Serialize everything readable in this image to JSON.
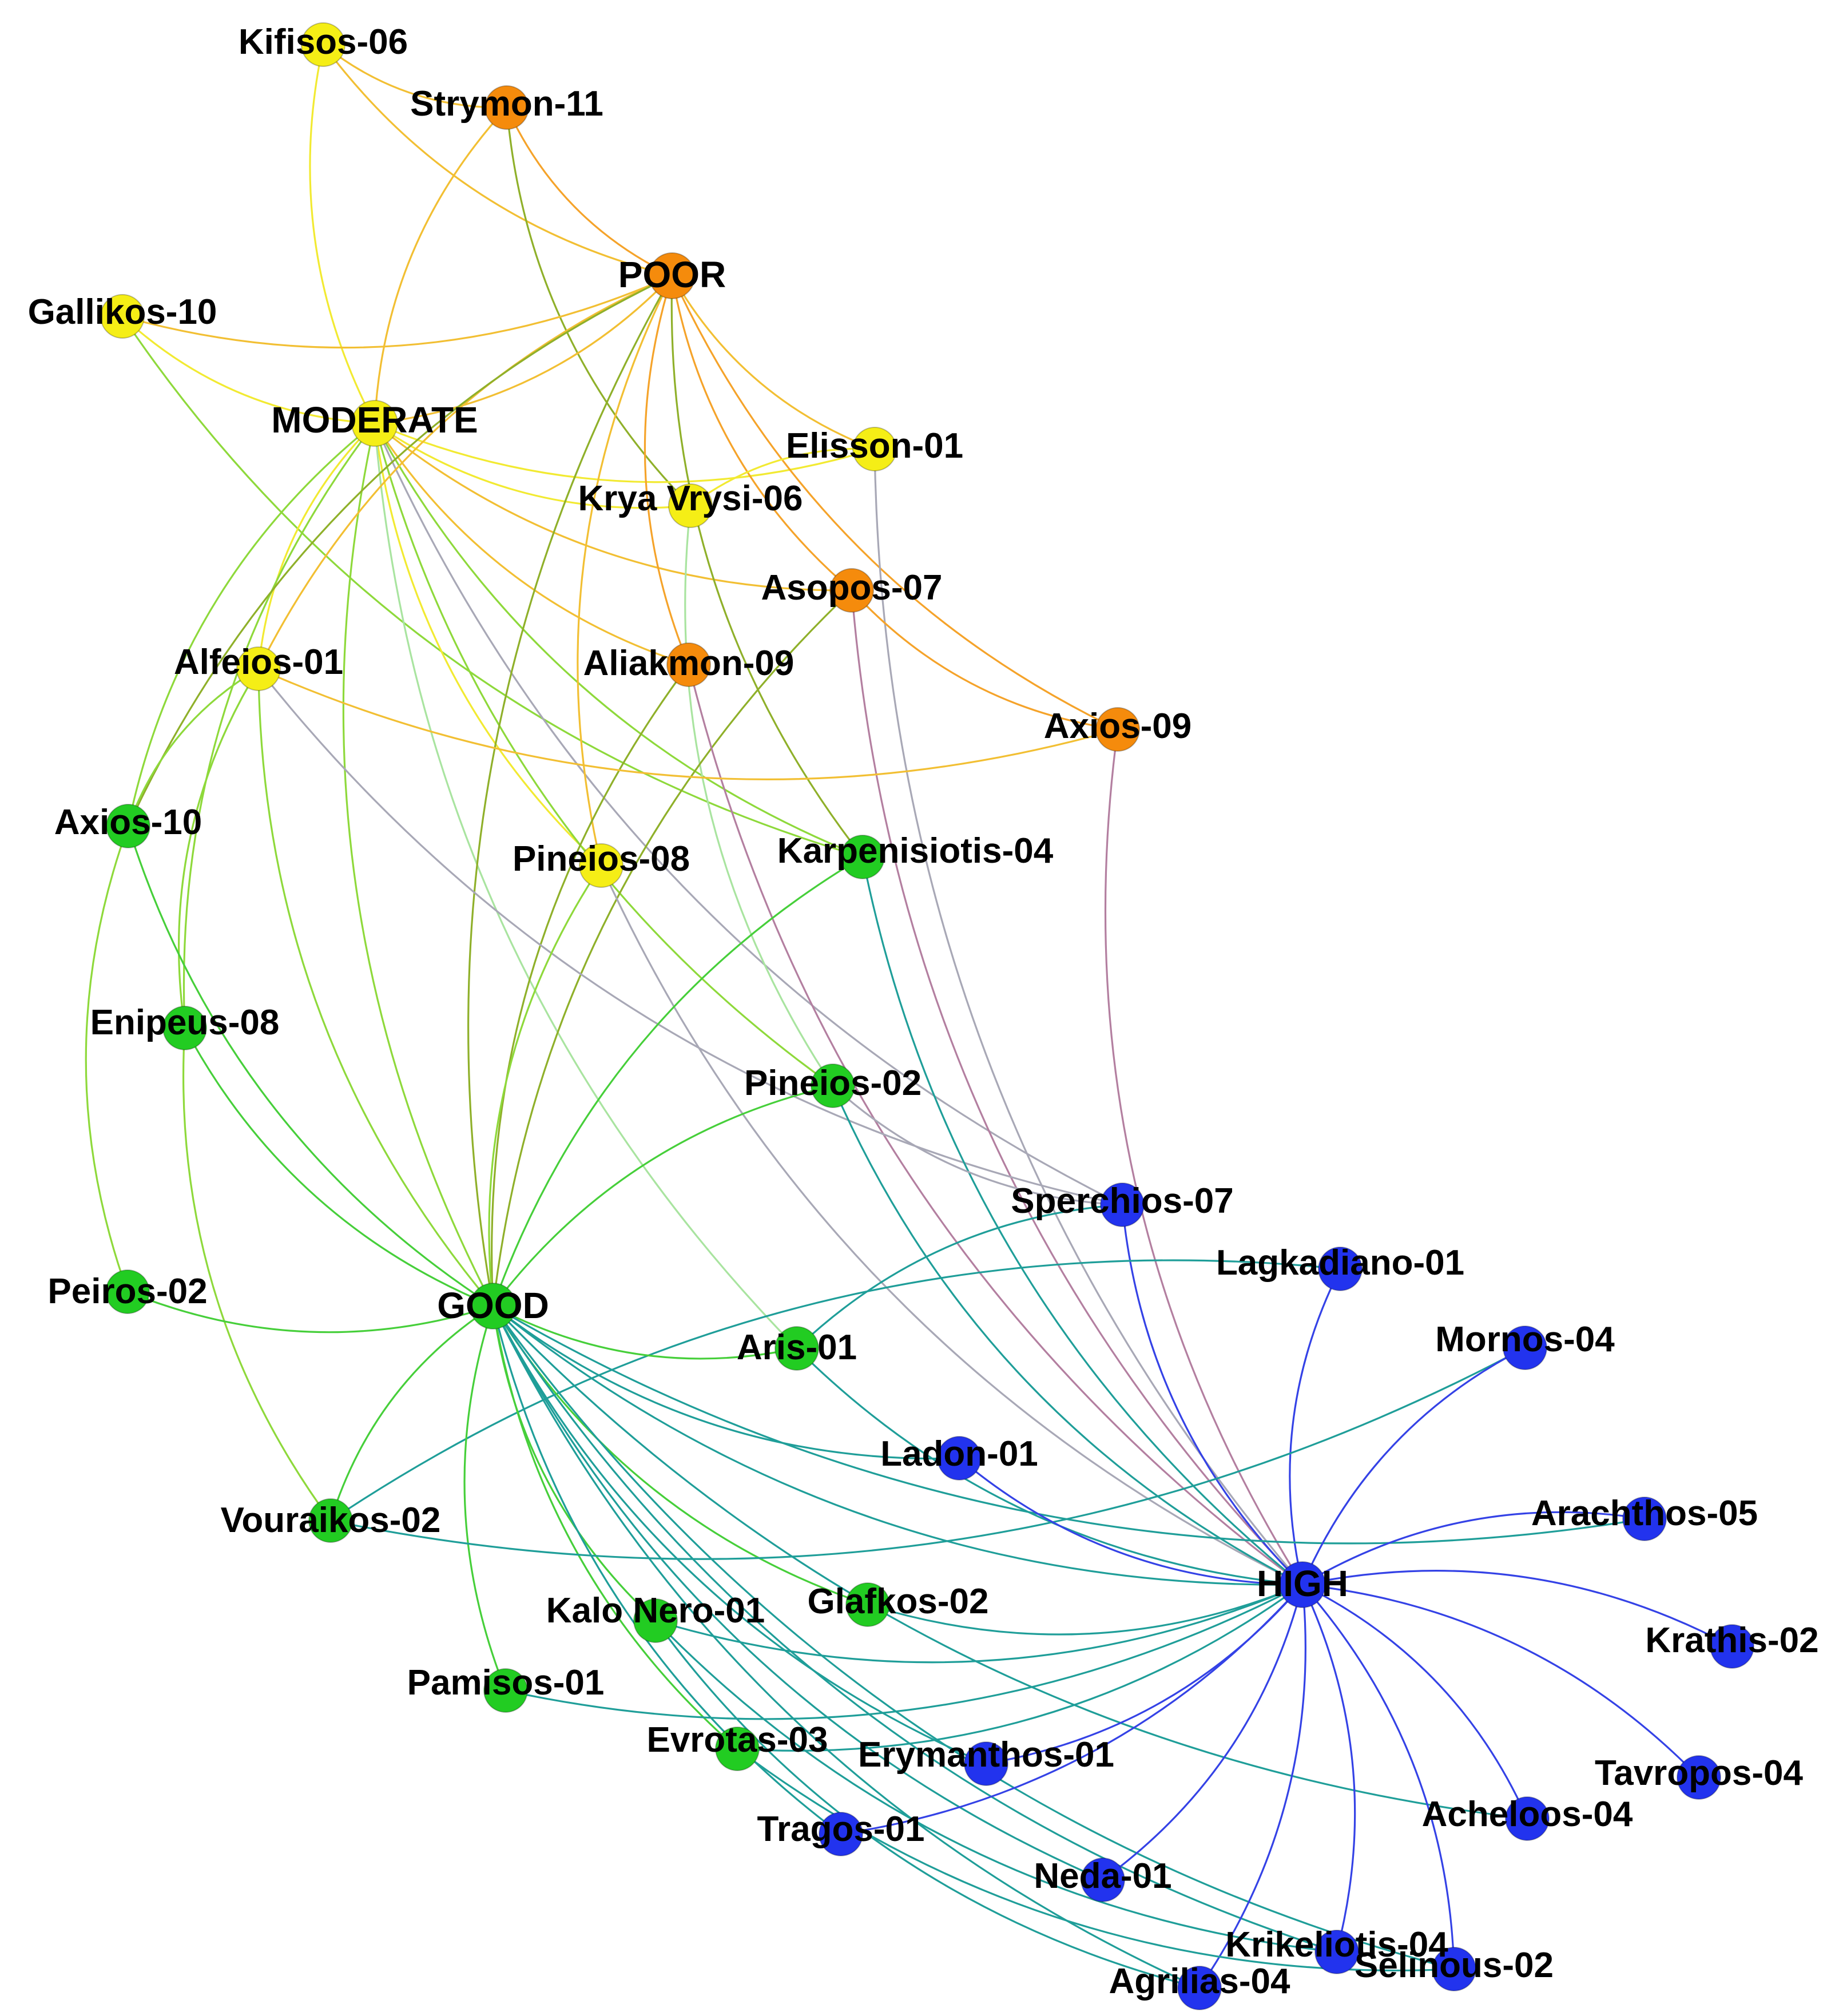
{
  "colors": {
    "poor": "#f58b0c",
    "moderate": "#f5ee16",
    "good": "#22cc22",
    "high": "#2233ee",
    "edge_moderate": "#f2ea32",
    "edge_poor": "#f5a32a",
    "edge_good": "#46cf3a",
    "edge_high": "#3442e6",
    "edge_poor_moderate": "#f2bf33",
    "edge_moderate_good": "#8ed93b",
    "edge_poor_good": "#8fb02a",
    "edge_good_high": "#1f9e99",
    "edge_moderate_high": "#a8a8b6",
    "edge_poor_high": "#b37fa0",
    "edge_light": "#a9e4a0"
  },
  "nodes": [
    {
      "id": "POOR",
      "label": "POOR",
      "class": "poor",
      "hub": true
    },
    {
      "id": "MODERATE",
      "label": "MODERATE",
      "class": "moderate",
      "hub": true
    },
    {
      "id": "GOOD",
      "label": "GOOD",
      "class": "good",
      "hub": true
    },
    {
      "id": "HIGH",
      "label": "HIGH",
      "class": "high",
      "hub": true
    },
    {
      "id": "Kifisos-06",
      "label": "Kifisos-06",
      "class": "moderate"
    },
    {
      "id": "Strymon-11",
      "label": "Strymon-11",
      "class": "poor"
    },
    {
      "id": "Gallikos-10",
      "label": "Gallikos-10",
      "class": "moderate"
    },
    {
      "id": "Elisson-01",
      "label": "Elisson-01",
      "class": "moderate"
    },
    {
      "id": "Krya Vrysi-06",
      "label": "Krya Vrysi-06",
      "class": "moderate"
    },
    {
      "id": "Asopos-07",
      "label": "Asopos-07",
      "class": "poor"
    },
    {
      "id": "Alfeios-01",
      "label": "Alfeios-01",
      "class": "moderate"
    },
    {
      "id": "Aliakmon-09",
      "label": "Aliakmon-09",
      "class": "poor"
    },
    {
      "id": "Axios-09",
      "label": "Axios-09",
      "class": "poor"
    },
    {
      "id": "Axios-10",
      "label": "Axios-10",
      "class": "good"
    },
    {
      "id": "Pineios-08",
      "label": "Pineios-08",
      "class": "moderate"
    },
    {
      "id": "Karpenisiotis-04",
      "label": "Karpenisiotis-04",
      "class": "good"
    },
    {
      "id": "Enipeus-08",
      "label": "Enipeus-08",
      "class": "good"
    },
    {
      "id": "Pineios-02",
      "label": "Pineios-02",
      "class": "good"
    },
    {
      "id": "Sperchios-07",
      "label": "Sperchios-07",
      "class": "high"
    },
    {
      "id": "Lagkadiano-01",
      "label": "Lagkadiano-01",
      "class": "high"
    },
    {
      "id": "Peiros-02",
      "label": "Peiros-02",
      "class": "good"
    },
    {
      "id": "Aris-01",
      "label": "Aris-01",
      "class": "good"
    },
    {
      "id": "Mornos-04",
      "label": "Mornos-04",
      "class": "high"
    },
    {
      "id": "Ladon-01",
      "label": "Ladon-01",
      "class": "high"
    },
    {
      "id": "Vouraikos-02",
      "label": "Vouraikos-02",
      "class": "good"
    },
    {
      "id": "Arachthos-05",
      "label": "Arachthos-05",
      "class": "high"
    },
    {
      "id": "Glafkos-02",
      "label": "Glafkos-02",
      "class": "good"
    },
    {
      "id": "Kalo Nero-01",
      "label": "Kalo Nero-01",
      "class": "good"
    },
    {
      "id": "Krathis-02",
      "label": "Krathis-02",
      "class": "high"
    },
    {
      "id": "Pamisos-01",
      "label": "Pamisos-01",
      "class": "good"
    },
    {
      "id": "Evrotas-03",
      "label": "Evrotas-03",
      "class": "good"
    },
    {
      "id": "Erymanthos-01",
      "label": "Erymanthos-01",
      "class": "high"
    },
    {
      "id": "Tavropos-04",
      "label": "Tavropos-04",
      "class": "high"
    },
    {
      "id": "Acheloos-04",
      "label": "Acheloos-04",
      "class": "high"
    },
    {
      "id": "Tragos-01",
      "label": "Tragos-01",
      "class": "high"
    },
    {
      "id": "Neda-01",
      "label": "Neda-01",
      "class": "high"
    },
    {
      "id": "Krikeliotis-04",
      "label": "Krikeliotis-04",
      "class": "high"
    },
    {
      "id": "Selinous-02",
      "label": "Selinous-02",
      "class": "high"
    },
    {
      "id": "Agrilias-04",
      "label": "Agrilias-04",
      "class": "high"
    }
  ],
  "edges": [
    {
      "source": "Kifisos-06",
      "target": "MODERATE",
      "color": "edge_moderate"
    },
    {
      "source": "Kifisos-06",
      "target": "POOR",
      "color": "edge_poor_moderate"
    },
    {
      "source": "Kifisos-06",
      "target": "Strymon-11",
      "color": "edge_poor_moderate"
    },
    {
      "source": "Strymon-11",
      "target": "POOR",
      "color": "edge_poor"
    },
    {
      "source": "Strymon-11",
      "target": "MODERATE",
      "color": "edge_poor_moderate"
    },
    {
      "source": "Strymon-11",
      "target": "Krya Vrysi-06",
      "color": "edge_poor_good"
    },
    {
      "source": "Gallikos-10",
      "target": "MODERATE",
      "color": "edge_moderate"
    },
    {
      "source": "Gallikos-10",
      "target": "POOR",
      "color": "edge_poor_moderate"
    },
    {
      "source": "Gallikos-10",
      "target": "Karpenisiotis-04",
      "color": "edge_moderate_good"
    },
    {
      "source": "MODERATE",
      "target": "POOR",
      "color": "edge_poor_moderate"
    },
    {
      "source": "MODERATE",
      "target": "Krya Vrysi-06",
      "color": "edge_moderate"
    },
    {
      "source": "MODERATE",
      "target": "Elisson-01",
      "color": "edge_moderate"
    },
    {
      "source": "MODERATE",
      "target": "Asopos-07",
      "color": "edge_poor_moderate"
    },
    {
      "source": "MODERATE",
      "target": "Aliakmon-09",
      "color": "edge_poor_moderate"
    },
    {
      "source": "MODERATE",
      "target": "Alfeios-01",
      "color": "edge_moderate"
    },
    {
      "source": "MODERATE",
      "target": "Pineios-08",
      "color": "edge_moderate"
    },
    {
      "source": "MODERATE",
      "target": "Axios-10",
      "color": "edge_moderate_good"
    },
    {
      "source": "MODERATE",
      "target": "Enipeus-08",
      "color": "edge_moderate_good"
    },
    {
      "source": "MODERATE",
      "target": "GOOD",
      "color": "edge_moderate_good"
    },
    {
      "source": "MODERATE",
      "target": "Pineios-02",
      "color": "edge_moderate_good"
    },
    {
      "source": "MODERATE",
      "target": "Karpenisiotis-04",
      "color": "edge_moderate_good"
    },
    {
      "source": "MODERATE",
      "target": "Sperchios-07",
      "color": "edge_moderate_high"
    },
    {
      "source": "MODERATE",
      "target": "Aris-01",
      "color": "edge_light"
    },
    {
      "source": "POOR",
      "target": "Alfeios-01",
      "color": "edge_poor_moderate"
    },
    {
      "source": "POOR",
      "target": "Axios-10",
      "color": "edge_poor_good"
    },
    {
      "source": "POOR",
      "target": "Elisson-01",
      "color": "edge_poor_moderate"
    },
    {
      "source": "POOR",
      "target": "Asopos-07",
      "color": "edge_poor"
    },
    {
      "source": "POOR",
      "target": "Aliakmon-09",
      "color": "edge_poor"
    },
    {
      "source": "POOR",
      "target": "Axios-09",
      "color": "edge_poor"
    },
    {
      "source": "POOR",
      "target": "Pineios-08",
      "color": "edge_poor_moderate"
    },
    {
      "source": "POOR",
      "target": "GOOD",
      "color": "edge_poor_good"
    },
    {
      "source": "POOR",
      "target": "Karpenisiotis-04",
      "color": "edge_poor_good"
    },
    {
      "source": "Elisson-01",
      "target": "Krya Vrysi-06",
      "color": "edge_moderate"
    },
    {
      "source": "Elisson-01",
      "target": "HIGH",
      "color": "edge_moderate_high"
    },
    {
      "source": "Krya Vrysi-06",
      "target": "Pineios-02",
      "color": "edge_light"
    },
    {
      "source": "Asopos-07",
      "target": "GOOD",
      "color": "edge_poor_good"
    },
    {
      "source": "Asopos-07",
      "target": "HIGH",
      "color": "edge_poor_high"
    },
    {
      "source": "Asopos-07",
      "target": "Axios-09",
      "color": "edge_poor"
    },
    {
      "source": "Aliakmon-09",
      "target": "GOOD",
      "color": "edge_poor_good"
    },
    {
      "source": "Aliakmon-09",
      "target": "HIGH",
      "color": "edge_poor_high"
    },
    {
      "source": "Alfeios-01",
      "target": "Axios-10",
      "color": "edge_moderate_good"
    },
    {
      "source": "Alfeios-01",
      "target": "Enipeus-08",
      "color": "edge_moderate_good"
    },
    {
      "source": "Alfeios-01",
      "target": "GOOD",
      "color": "edge_moderate_good"
    },
    {
      "source": "Alfeios-01",
      "target": "Axios-09",
      "color": "edge_poor_moderate"
    },
    {
      "source": "Alfeios-01",
      "target": "Sperchios-07",
      "color": "edge_moderate_high"
    },
    {
      "source": "Axios-09",
      "target": "HIGH",
      "color": "edge_poor_high"
    },
    {
      "source": "Axios-10",
      "target": "GOOD",
      "color": "edge_good"
    },
    {
      "source": "Axios-10",
      "target": "Peiros-02",
      "color": "edge_moderate_good"
    },
    {
      "source": "Pineios-08",
      "target": "GOOD",
      "color": "edge_moderate_good"
    },
    {
      "source": "Pineios-08",
      "target": "HIGH",
      "color": "edge_moderate_high"
    },
    {
      "source": "Karpenisiotis-04",
      "target": "GOOD",
      "color": "edge_good"
    },
    {
      "source": "Karpenisiotis-04",
      "target": "HIGH",
      "color": "edge_good_high"
    },
    {
      "source": "Enipeus-08",
      "target": "GOOD",
      "color": "edge_good"
    },
    {
      "source": "Enipeus-08",
      "target": "Vouraikos-02",
      "color": "edge_moderate_good"
    },
    {
      "source": "Pineios-02",
      "target": "GOOD",
      "color": "edge_good"
    },
    {
      "source": "Pineios-02",
      "target": "HIGH",
      "color": "edge_good_high"
    },
    {
      "source": "Pineios-02",
      "target": "Sperchios-07",
      "color": "edge_moderate_high"
    },
    {
      "source": "Sperchios-07",
      "target": "HIGH",
      "color": "edge_high"
    },
    {
      "source": "Sperchios-07",
      "target": "Aris-01",
      "color": "edge_good_high"
    },
    {
      "source": "Lagkadiano-01",
      "target": "HIGH",
      "color": "edge_high"
    },
    {
      "source": "Lagkadiano-01",
      "target": "Vouraikos-02",
      "color": "edge_good_high"
    },
    {
      "source": "Peiros-02",
      "target": "GOOD",
      "color": "edge_good"
    },
    {
      "source": "GOOD",
      "target": "Aris-01",
      "color": "edge_good"
    },
    {
      "source": "GOOD",
      "target": "HIGH",
      "color": "edge_good_high"
    },
    {
      "source": "GOOD",
      "target": "Ladon-01",
      "color": "edge_good_high"
    },
    {
      "source": "GOOD",
      "target": "Vouraikos-02",
      "color": "edge_good"
    },
    {
      "source": "GOOD",
      "target": "Pamisos-01",
      "color": "edge_good"
    },
    {
      "source": "GOOD",
      "target": "Kalo Nero-01",
      "color": "edge_good"
    },
    {
      "source": "GOOD",
      "target": "Glafkos-02",
      "color": "edge_good"
    },
    {
      "source": "GOOD",
      "target": "Evrotas-03",
      "color": "edge_good"
    },
    {
      "source": "GOOD",
      "target": "Erymanthos-01",
      "color": "edge_good_high"
    },
    {
      "source": "GOOD",
      "target": "Tragos-01",
      "color": "edge_good_high"
    },
    {
      "source": "GOOD",
      "target": "Neda-01",
      "color": "edge_good_high"
    },
    {
      "source": "GOOD",
      "target": "Agrilias-04",
      "color": "edge_good_high"
    },
    {
      "source": "GOOD",
      "target": "Krikeliotis-04",
      "color": "edge_good_high"
    },
    {
      "source": "GOOD",
      "target": "Selinous-02",
      "color": "edge_good_high"
    },
    {
      "source": "GOOD",
      "target": "Acheloos-04",
      "color": "edge_good_high"
    },
    {
      "source": "GOOD",
      "target": "Arachthos-05",
      "color": "edge_good_high"
    },
    {
      "source": "Aris-01",
      "target": "HIGH",
      "color": "edge_good_high"
    },
    {
      "source": "Vouraikos-02",
      "target": "Mornos-04",
      "color": "edge_good_high"
    },
    {
      "source": "Ladon-01",
      "target": "HIGH",
      "color": "edge_high"
    },
    {
      "source": "Mornos-04",
      "target": "HIGH",
      "color": "edge_high"
    },
    {
      "source": "Arachthos-05",
      "target": "HIGH",
      "color": "edge_high"
    },
    {
      "source": "Krathis-02",
      "target": "HIGH",
      "color": "edge_high"
    },
    {
      "source": "Tavropos-04",
      "target": "HIGH",
      "color": "edge_high"
    },
    {
      "source": "Acheloos-04",
      "target": "HIGH",
      "color": "edge_high"
    },
    {
      "source": "Erymanthos-01",
      "target": "HIGH",
      "color": "edge_high"
    },
    {
      "source": "Tragos-01",
      "target": "HIGH",
      "color": "edge_high"
    },
    {
      "source": "Neda-01",
      "target": "HIGH",
      "color": "edge_high"
    },
    {
      "source": "Agrilias-04",
      "target": "HIGH",
      "color": "edge_high"
    },
    {
      "source": "Krikeliotis-04",
      "target": "HIGH",
      "color": "edge_high"
    },
    {
      "source": "Selinous-02",
      "target": "HIGH",
      "color": "edge_high"
    },
    {
      "source": "Kalo Nero-01",
      "target": "HIGH",
      "color": "edge_good_high"
    },
    {
      "source": "Kalo Nero-01",
      "target": "Agrilias-04",
      "color": "edge_good_high"
    },
    {
      "source": "Kalo Nero-01",
      "target": "Krikeliotis-04",
      "color": "edge_good_high"
    },
    {
      "source": "Glafkos-02",
      "target": "HIGH",
      "color": "edge_good_high"
    },
    {
      "source": "Pamisos-01",
      "target": "HIGH",
      "color": "edge_good_high"
    },
    {
      "source": "Evrotas-03",
      "target": "HIGH",
      "color": "edge_good_high"
    },
    {
      "source": "Evrotas-03",
      "target": "Selinous-02",
      "color": "edge_good_high"
    }
  ]
}
